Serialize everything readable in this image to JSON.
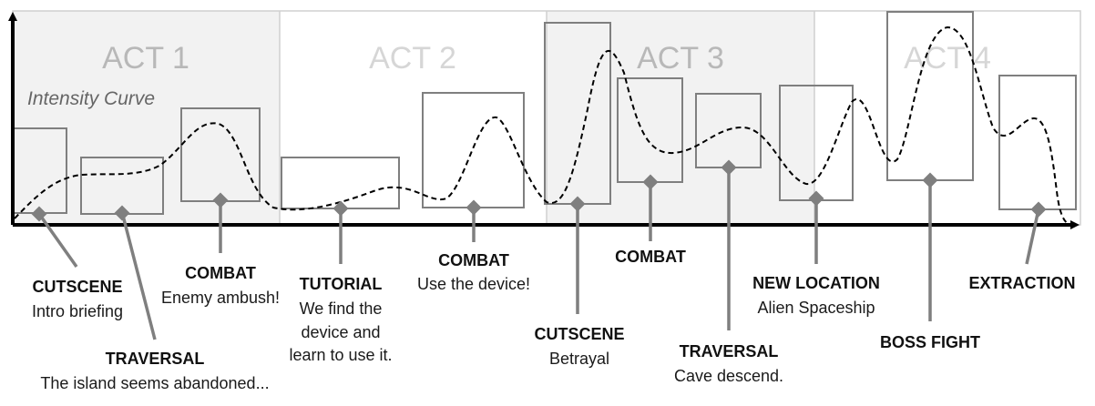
{
  "acts": [
    {
      "label": "ACT 1",
      "shaded": true
    },
    {
      "label": "ACT 2",
      "shaded": false
    },
    {
      "label": "ACT 3",
      "shaded": true
    },
    {
      "label": "ACT 4",
      "shaded": false
    }
  ],
  "curve_label": "Intensity Curve",
  "events": [
    {
      "title": "CUTSCENE",
      "desc": [
        "Intro briefing"
      ]
    },
    {
      "title": "TRAVERSAL",
      "desc": [
        "The island seems abandoned..."
      ]
    },
    {
      "title": "COMBAT",
      "desc": [
        "Enemy ambush!"
      ]
    },
    {
      "title": "TUTORIAL",
      "desc": [
        "We find the",
        "device and",
        "learn to use it."
      ]
    },
    {
      "title": "COMBAT",
      "desc": [
        "Use the device!"
      ]
    },
    {
      "title": "CUTSCENE",
      "desc": [
        "Betrayal"
      ]
    },
    {
      "title": "COMBAT",
      "desc": []
    },
    {
      "title": "TRAVERSAL",
      "desc": [
        "Cave descend."
      ]
    },
    {
      "title": "NEW LOCATION",
      "desc": [
        "Alien Spaceship"
      ]
    },
    {
      "title": "BOSS FIGHT",
      "desc": []
    },
    {
      "title": "EXTRACTION",
      "desc": []
    }
  ],
  "colors": {
    "shade": "#f2f2f2",
    "border": "#d0d0d0",
    "box": "#7f7f7f",
    "connector": "#7f7f7f",
    "axis": "#000000",
    "curve": "#000000"
  }
}
